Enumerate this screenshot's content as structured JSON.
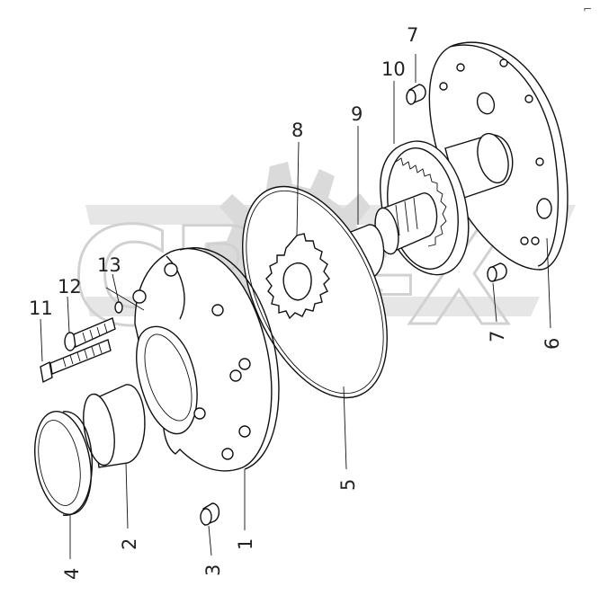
{
  "diagram": {
    "type": "exploded-parts-diagram",
    "part_labels": [
      {
        "id": "1",
        "text": "1"
      },
      {
        "id": "2",
        "text": "2"
      },
      {
        "id": "3",
        "text": "3"
      },
      {
        "id": "4",
        "text": "4"
      },
      {
        "id": "5",
        "text": "5"
      },
      {
        "id": "6",
        "text": "6"
      },
      {
        "id": "7a",
        "text": "7"
      },
      {
        "id": "7b",
        "text": "7"
      },
      {
        "id": "8",
        "text": "8"
      },
      {
        "id": "9",
        "text": "9"
      },
      {
        "id": "10",
        "text": "10"
      },
      {
        "id": "11",
        "text": "11"
      },
      {
        "id": "12",
        "text": "12"
      },
      {
        "id": "13",
        "text": "13"
      }
    ],
    "corner_mark": "⌐",
    "watermark": "CPA-X"
  },
  "colors": {
    "line": "#111111",
    "label": "#222222",
    "watermark": "#d4d4d4",
    "background": "#ffffff"
  }
}
